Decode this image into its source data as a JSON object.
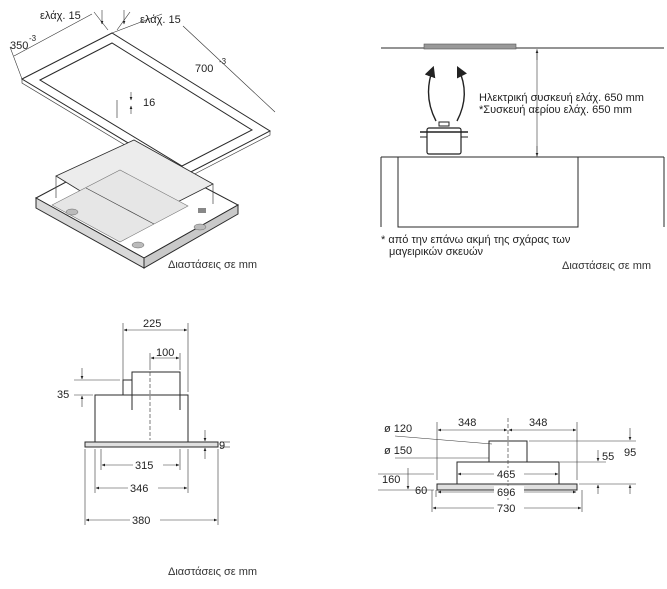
{
  "panel1": {
    "dim_min_left": "ελάχ. 15",
    "dim_min_right": "ελάχ. 15",
    "dim_width": "350",
    "dim_width_tol": "-3",
    "dim_length": "700",
    "dim_length_tol": "-3",
    "dim_depth": "16",
    "caption": "Διαστάσεις σε mm"
  },
  "panel2": {
    "electric": "Ηλεκτρική συσκευή ελάχ. 650 mm",
    "gas": "*Συσκευή αερίου ελάχ. 650 mm",
    "footnote_line1": "* από την επάνω ακμή της σχάρας των",
    "footnote_line2": "μαγειρικών σκευών",
    "caption": "Διαστάσεις σε mm"
  },
  "panel3": {
    "d225": "225",
    "d100": "100",
    "d35": "35",
    "d9": "9",
    "d315": "315",
    "d346": "346",
    "d380": "380",
    "caption": "Διαστάσεις σε mm"
  },
  "panel4": {
    "d348_left": "348",
    "d348_right": "348",
    "phi120": "ø 120",
    "phi150": "ø 150",
    "d55": "55",
    "d95": "95",
    "d465": "465",
    "d160": "160",
    "d60": "60",
    "d696": "696",
    "d730": "730"
  }
}
